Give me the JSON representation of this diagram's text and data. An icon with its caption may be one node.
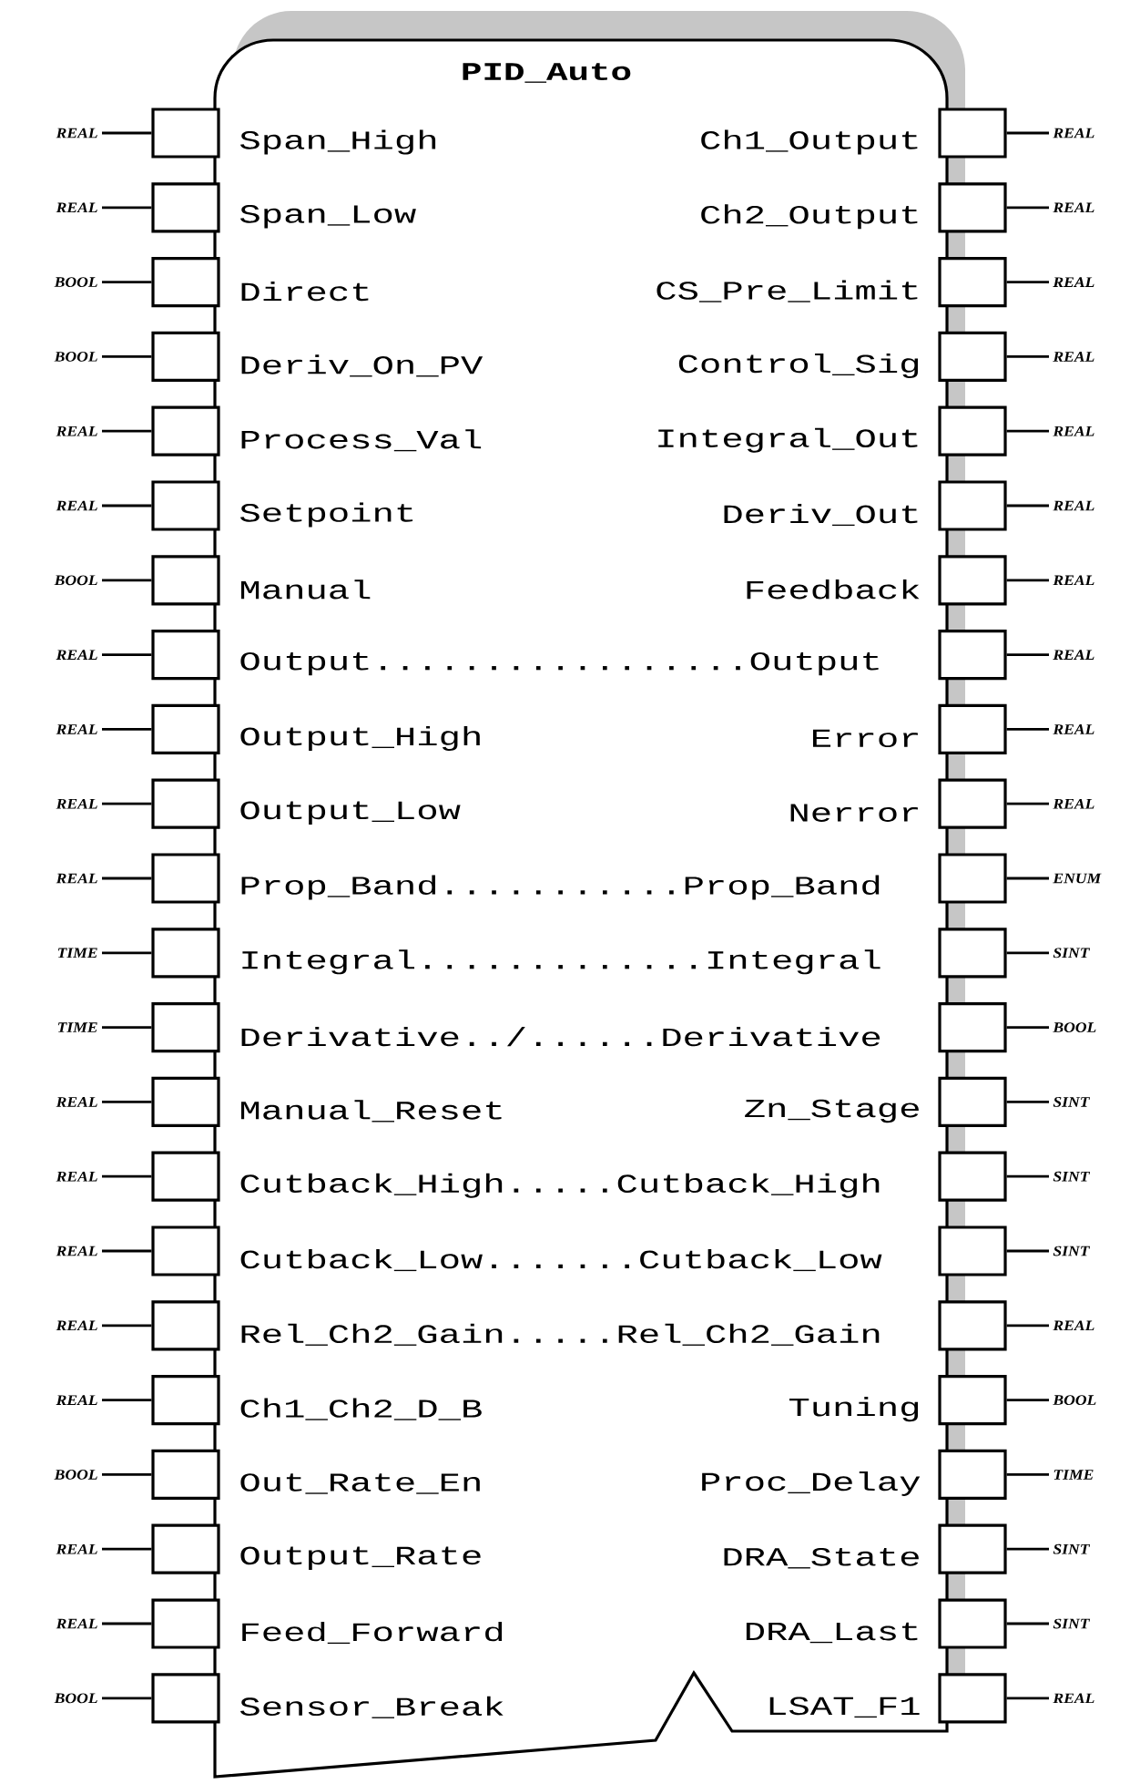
{
  "diagram": {
    "nodes": [
      {
        "text": [
          "PID_Auto",
          "Span_High",
          "Ch1_Output",
          "Span_Low",
          "Ch2_Output",
          "Direct",
          "CS_Pre_Limit",
          "Deriv_On_PV",
          "Control_Sig",
          "Process_Val",
          "Integral_Out",
          "Setpoint",
          "Deriv_Out",
          "Manual",
          "Feedback",
          "Output.................Output",
          "Output_High",
          "Error",
          "Output_Low",
          "Nerror",
          "Prop_Band...........Prop_Band",
          "Integral.............Integral",
          "Derivative../......Derivative",
          "Manual_Reset",
          "Zn_Stage",
          "Cutback_High.....Cutback_High",
          "Cutback_Low.......Cutback_Low",
          "Rel_Ch2_Gain.....Rel_Ch2_Gain",
          "Ch1_Ch2_D_B",
          "Tuning",
          "Out_Rate_En",
          "Proc_Delay",
          "Output_Rate",
          "DRA_State",
          "Feed_Forward",
          "DRA_Last",
          "Sensor_Break",
          "LSAT_F1"
        ]
      },
      {
        "text": [
          "REAL"
        ]
      },
      {
        "text": [],
        "shape": "box"
      },
      {
        "text": [],
        "shape": "box"
      },
      {
        "text": [
          "REAL"
        ]
      },
      {
        "text": [
          "REAL"
        ]
      },
      {
        "text": [],
        "shape": "box"
      },
      {
        "text": [],
        "shape": "box"
      },
      {
        "text": [
          "REAL"
        ]
      },
      {
        "text": [
          "BOOL"
        ]
      },
      {
        "text": [],
        "shape": "box"
      },
      {
        "text": [],
        "shape": "box"
      },
      {
        "text": [
          "REAL"
        ]
      },
      {
        "text": [
          "BOOL"
        ]
      },
      {
        "text": [],
        "shape": "box"
      },
      {
        "text": [],
        "shape": "box"
      },
      {
        "text": [
          "REAL"
        ]
      },
      {
        "text": [
          "REAL"
        ]
      },
      {
        "text": [],
        "shape": "box"
      },
      {
        "text": [],
        "shape": "box"
      },
      {
        "text": [
          "REAL"
        ]
      },
      {
        "text": [
          "REAL"
        ]
      },
      {
        "text": [],
        "shape": "box"
      },
      {
        "text": [],
        "shape": "box"
      },
      {
        "text": [
          "REAL"
        ]
      },
      {
        "text": [
          "BOOL"
        ]
      },
      {
        "text": [],
        "shape": "box"
      },
      {
        "text": [],
        "shape": "box"
      },
      {
        "text": [
          "REAL"
        ]
      },
      {
        "text": [
          "REAL"
        ]
      },
      {
        "text": [],
        "shape": "box"
      },
      {
        "text": [],
        "shape": "box"
      },
      {
        "text": [
          "REAL"
        ]
      },
      {
        "text": [
          "REAL"
        ]
      },
      {
        "text": [],
        "shape": "box"
      },
      {
        "text": [],
        "shape": "box"
      },
      {
        "text": [
          "REAL"
        ]
      },
      {
        "text": [
          "REAL"
        ]
      },
      {
        "text": [],
        "shape": "box"
      },
      {
        "text": [],
        "shape": "box"
      },
      {
        "text": [
          "REAL"
        ]
      },
      {
        "text": [
          "REAL"
        ]
      },
      {
        "text": [],
        "shape": "box"
      },
      {
        "text": [],
        "shape": "box"
      },
      {
        "text": [
          "ENUM"
        ]
      },
      {
        "text": [
          "TIME"
        ]
      },
      {
        "text": [],
        "shape": "box"
      },
      {
        "text": [],
        "shape": "box"
      },
      {
        "text": [
          "SINT"
        ]
      },
      {
        "text": [
          "TIME"
        ]
      },
      {
        "text": [],
        "shape": "box"
      },
      {
        "text": [],
        "shape": "box"
      },
      {
        "text": [
          "BOOL"
        ]
      },
      {
        "text": [
          "REAL"
        ]
      },
      {
        "text": [],
        "shape": "box"
      },
      {
        "text": [],
        "shape": "box"
      },
      {
        "text": [
          "SINT"
        ]
      },
      {
        "text": [
          "REAL"
        ]
      },
      {
        "text": [],
        "shape": "box"
      },
      {
        "text": [],
        "shape": "box"
      },
      {
        "text": [
          "SINT"
        ]
      },
      {
        "text": [
          "REAL"
        ]
      },
      {
        "text": [],
        "shape": "box"
      },
      {
        "text": [],
        "shape": "box"
      },
      {
        "text": [
          "SINT"
        ]
      },
      {
        "text": [
          "REAL"
        ]
      },
      {
        "text": [],
        "shape": "box"
      },
      {
        "text": [],
        "shape": "box"
      },
      {
        "text": [
          "REAL"
        ]
      },
      {
        "text": [
          "REAL"
        ]
      },
      {
        "text": [],
        "shape": "box"
      },
      {
        "text": [],
        "shape": "box"
      },
      {
        "text": [
          "BOOL"
        ]
      },
      {
        "text": [
          "BOOL"
        ]
      },
      {
        "text": [],
        "shape": "box"
      },
      {
        "text": [],
        "shape": "box"
      },
      {
        "text": [
          "TIME"
        ]
      },
      {
        "text": [
          "REAL"
        ]
      },
      {
        "text": [],
        "shape": "box"
      },
      {
        "text": [],
        "shape": "box"
      },
      {
        "text": [
          "SINT"
        ]
      },
      {
        "text": [
          "REAL"
        ]
      },
      {
        "text": [],
        "shape": "box"
      },
      {
        "text": [],
        "shape": "box"
      },
      {
        "text": [
          "SINT"
        ]
      },
      {
        "text": [
          "BOOL"
        ]
      },
      {
        "text": [],
        "shape": "box"
      },
      {
        "text": [],
        "shape": "box"
      },
      {
        "text": [
          "REAL"
        ]
      }
    ],
    "edges": [
      {
        "from": 1,
        "to": 2,
        "arrow": "none"
      },
      {
        "from": 3,
        "to": 4,
        "arrow": "none"
      },
      {
        "from": 5,
        "to": 6,
        "arrow": "none"
      },
      {
        "from": 7,
        "to": 8,
        "arrow": "none"
      },
      {
        "from": 9,
        "to": 10,
        "arrow": "none"
      },
      {
        "from": 11,
        "to": 12,
        "arrow": "none"
      },
      {
        "from": 13,
        "to": 14,
        "arrow": "none"
      },
      {
        "from": 15,
        "to": 16,
        "arrow": "none"
      },
      {
        "from": 17,
        "to": 18,
        "arrow": "none"
      },
      {
        "from": 19,
        "to": 20,
        "arrow": "none"
      },
      {
        "from": 21,
        "to": 22,
        "arrow": "none"
      },
      {
        "from": 23,
        "to": 24,
        "arrow": "none"
      },
      {
        "from": 25,
        "to": 26,
        "arrow": "none"
      },
      {
        "from": 27,
        "to": 28,
        "arrow": "none"
      },
      {
        "from": 29,
        "to": 30,
        "arrow": "none"
      },
      {
        "from": 31,
        "to": 32,
        "arrow": "none"
      },
      {
        "from": 33,
        "to": 34,
        "arrow": "none"
      },
      {
        "from": 35,
        "to": 36,
        "arrow": "none"
      },
      {
        "from": 37,
        "to": 38,
        "arrow": "none"
      },
      {
        "from": 39,
        "to": 40,
        "arrow": "none"
      },
      {
        "from": 41,
        "to": 42,
        "arrow": "none"
      },
      {
        "from": 43,
        "to": 44,
        "arrow": "none"
      },
      {
        "from": 45,
        "to": 46,
        "arrow": "none"
      },
      {
        "from": 47,
        "to": 48,
        "arrow": "none"
      },
      {
        "from": 49,
        "to": 50,
        "arrow": "none"
      },
      {
        "from": 51,
        "to": 52,
        "arrow": "none"
      },
      {
        "from": 53,
        "to": 54,
        "arrow": "none"
      },
      {
        "from": 55,
        "to": 56,
        "arrow": "none"
      },
      {
        "from": 57,
        "to": 58,
        "arrow": "none"
      },
      {
        "from": 59,
        "to": 60,
        "arrow": "none"
      },
      {
        "from": 61,
        "to": 62,
        "arrow": "none"
      },
      {
        "from": 63,
        "to": 64,
        "arrow": "none"
      },
      {
        "from": 65,
        "to": 66,
        "arrow": "none"
      },
      {
        "from": 67,
        "to": 68,
        "arrow": "none"
      },
      {
        "from": 69,
        "to": 70,
        "arrow": "none"
      },
      {
        "from": 71,
        "to": 72,
        "arrow": "none"
      },
      {
        "from": 73,
        "to": 74,
        "arrow": "none"
      },
      {
        "from": 75,
        "to": 76,
        "arrow": "none"
      },
      {
        "from": 77,
        "to": 78,
        "arrow": "none"
      },
      {
        "from": 79,
        "to": 80,
        "arrow": "none"
      },
      {
        "from": 81,
        "to": 82,
        "arrow": "none"
      },
      {
        "from": 83,
        "to": 84,
        "arrow": "none"
      },
      {
        "from": 85,
        "to": 86,
        "arrow": "none"
      },
      {
        "from": 87,
        "to": 88,
        "arrow": "none"
      }
    ]
  }
}
